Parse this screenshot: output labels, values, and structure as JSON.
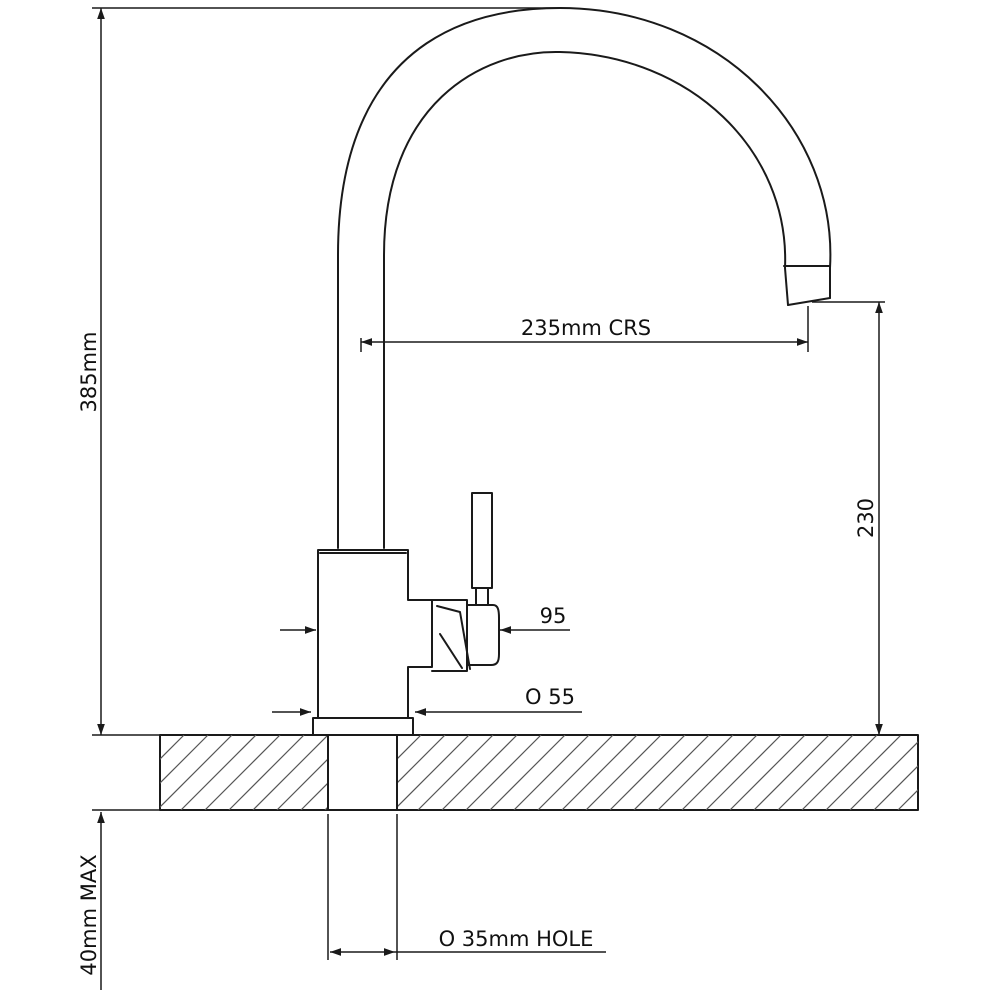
{
  "labels": {
    "height_total": "385mm",
    "spout_reach": "235mm CRS",
    "spout_height": "230",
    "body_width": "95",
    "base_diameter": "O 55",
    "max_thickness": "40mm MAX",
    "hole_diameter": "O 35mm HOLE"
  },
  "colors": {
    "line": "#1a1a1a",
    "hatch": "#555555",
    "background": "#ffffff"
  }
}
